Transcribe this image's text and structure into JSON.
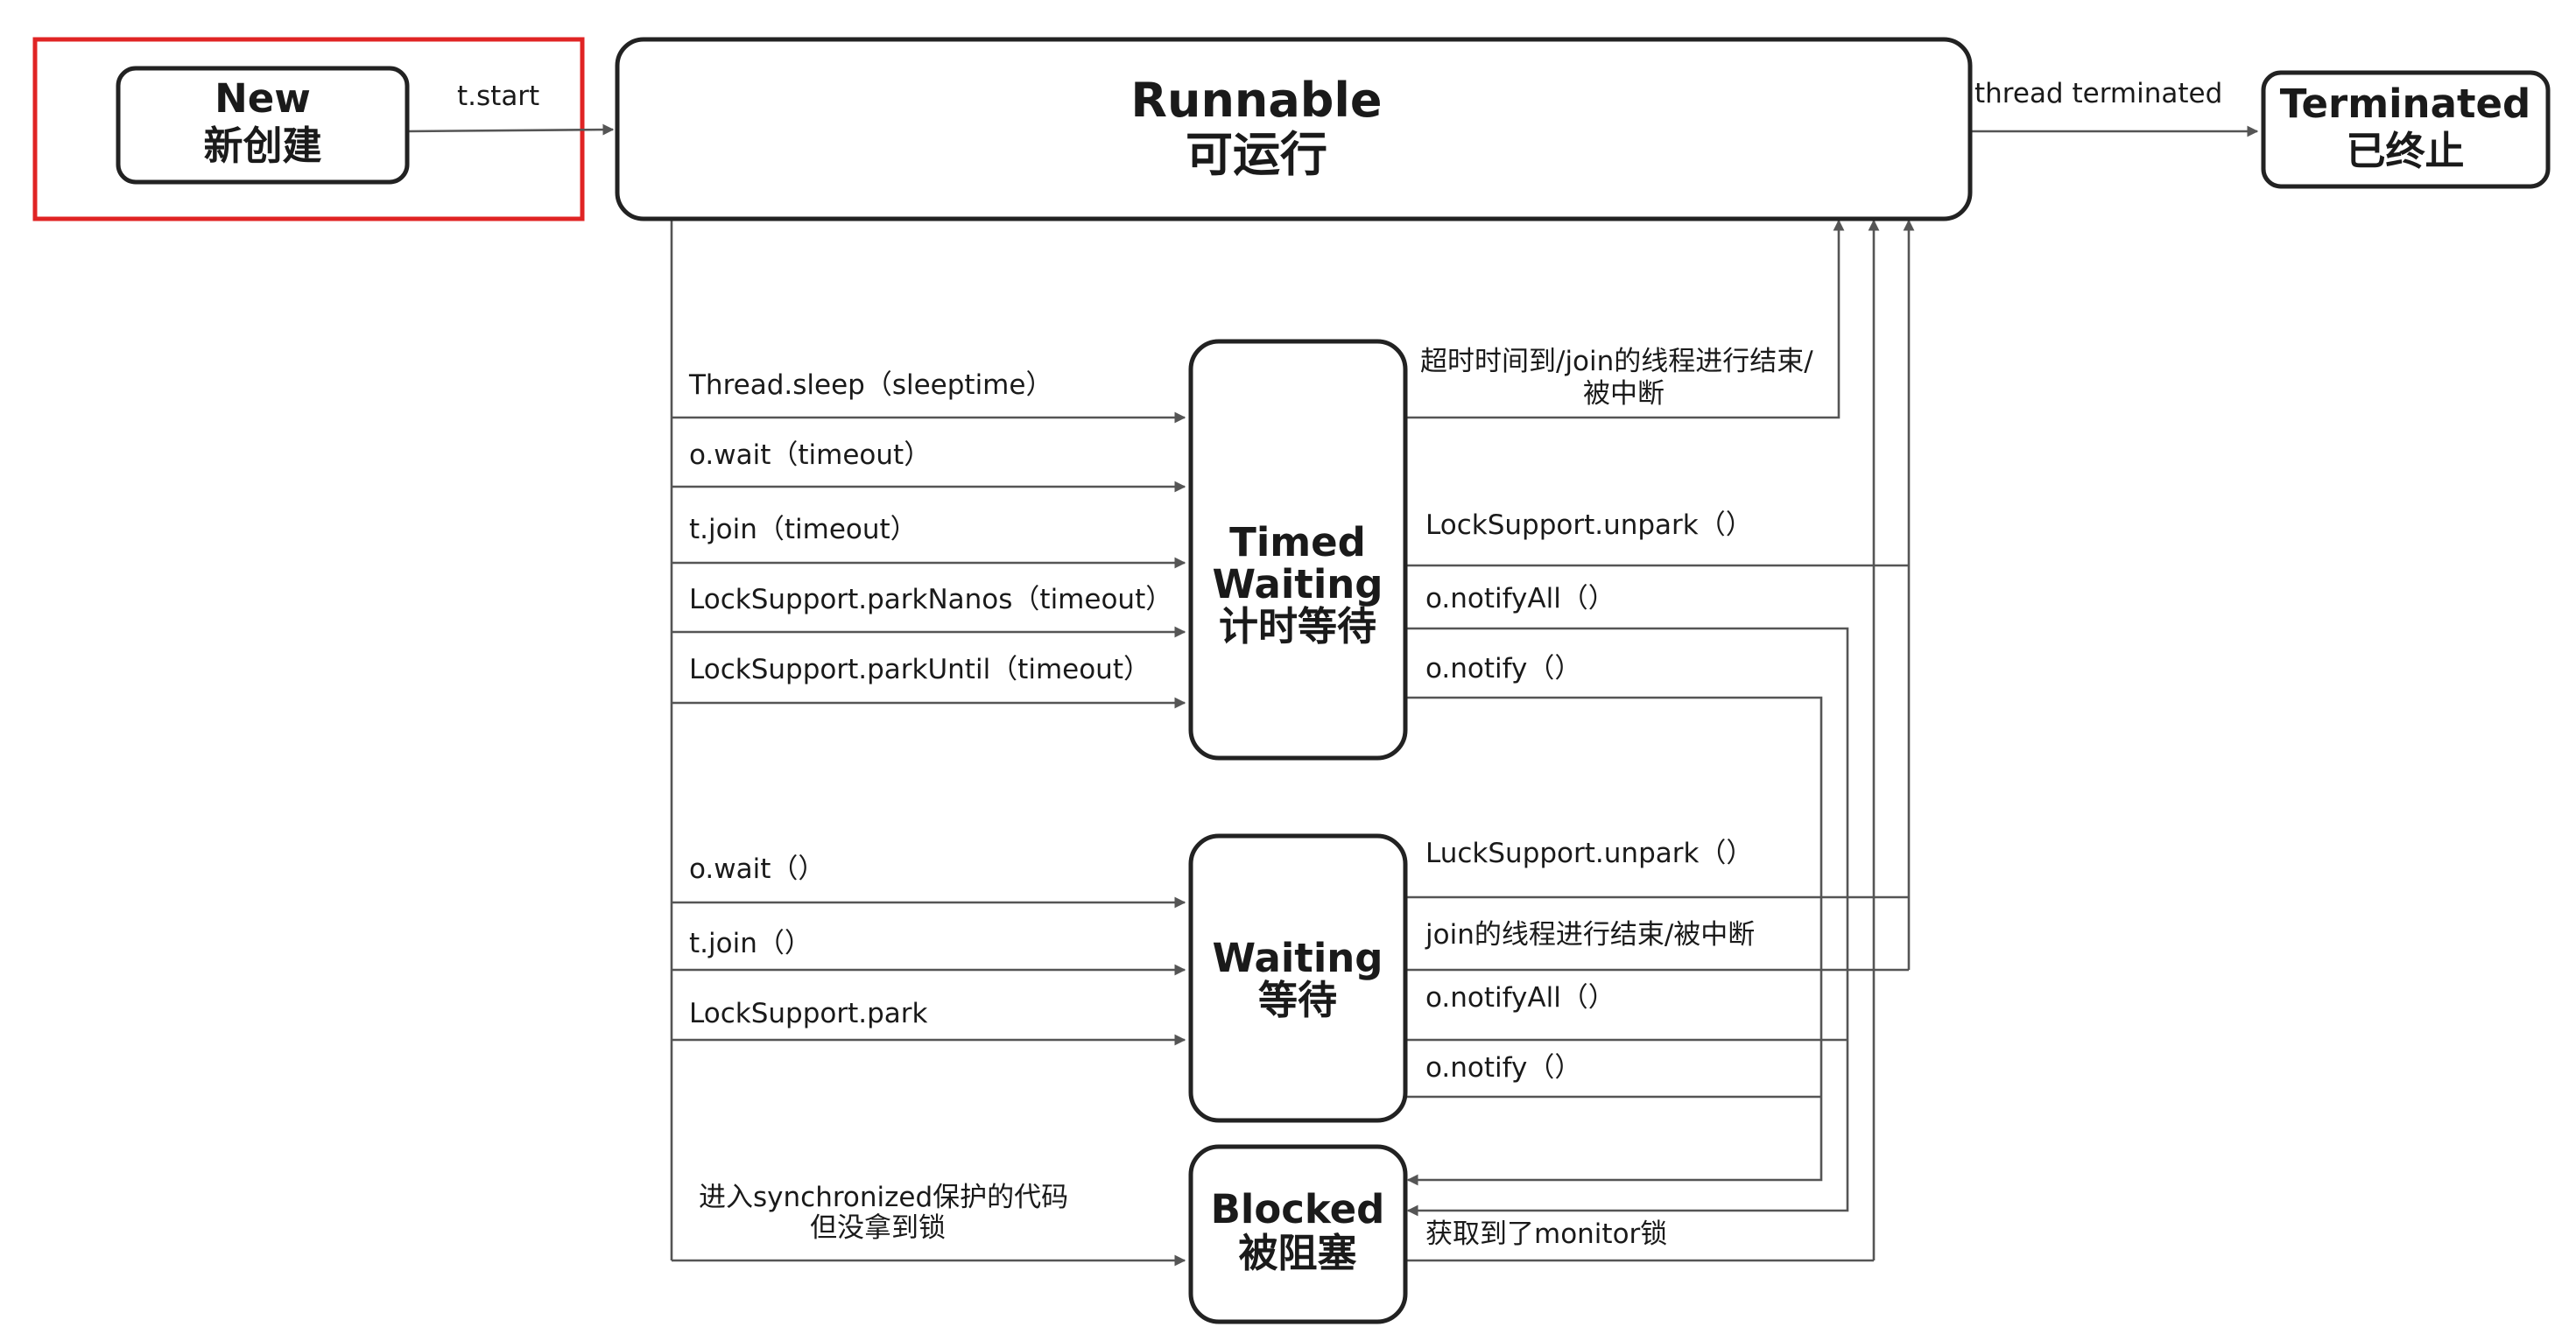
{
  "colors": {
    "highlight": "#e02424",
    "line": "#555555",
    "box_border": "#222222"
  },
  "states": {
    "new": {
      "en": "New",
      "zh": "新创建"
    },
    "runnable": {
      "en": "Runnable",
      "zh": "可运行"
    },
    "terminated": {
      "en": "Terminated",
      "zh": "已终止"
    },
    "timed_waiting": {
      "en1": "Timed",
      "en2": "Waiting",
      "zh": "计时等待"
    },
    "waiting": {
      "en": "Waiting",
      "zh": "等待"
    },
    "blocked": {
      "en": "Blocked",
      "zh": "被阻塞"
    }
  },
  "transitions": {
    "start": "t.start",
    "terminated": "thread terminated",
    "to_timed": [
      "Thread.sleep（sleeptime）",
      "o.wait（timeout）",
      "t.join（timeout）",
      "LockSupport.parkNanos（timeout）",
      "LockSupport.parkUntil（timeout）"
    ],
    "from_timed": {
      "timeout_line1": "超时时间到/join的线程进行结束/",
      "timeout_line2": "被中断",
      "unpark": "LockSupport.unpark（）",
      "notify_all": "o.notifyAll（）",
      "notify": "o.notify（）"
    },
    "to_waiting": [
      "o.wait（）",
      "t.join（）",
      "LockSupport.park"
    ],
    "from_waiting": {
      "unpark": "LuckSupport.unpark（）",
      "join_end": "join的线程进行结束/被中断",
      "notify_all": "o.notifyAll（）",
      "notify": "o.notify（）"
    },
    "to_blocked_line1": "进入synchronized保护的代码",
    "to_blocked_line2": "但没拿到锁",
    "from_blocked": "获取到了monitor锁"
  }
}
